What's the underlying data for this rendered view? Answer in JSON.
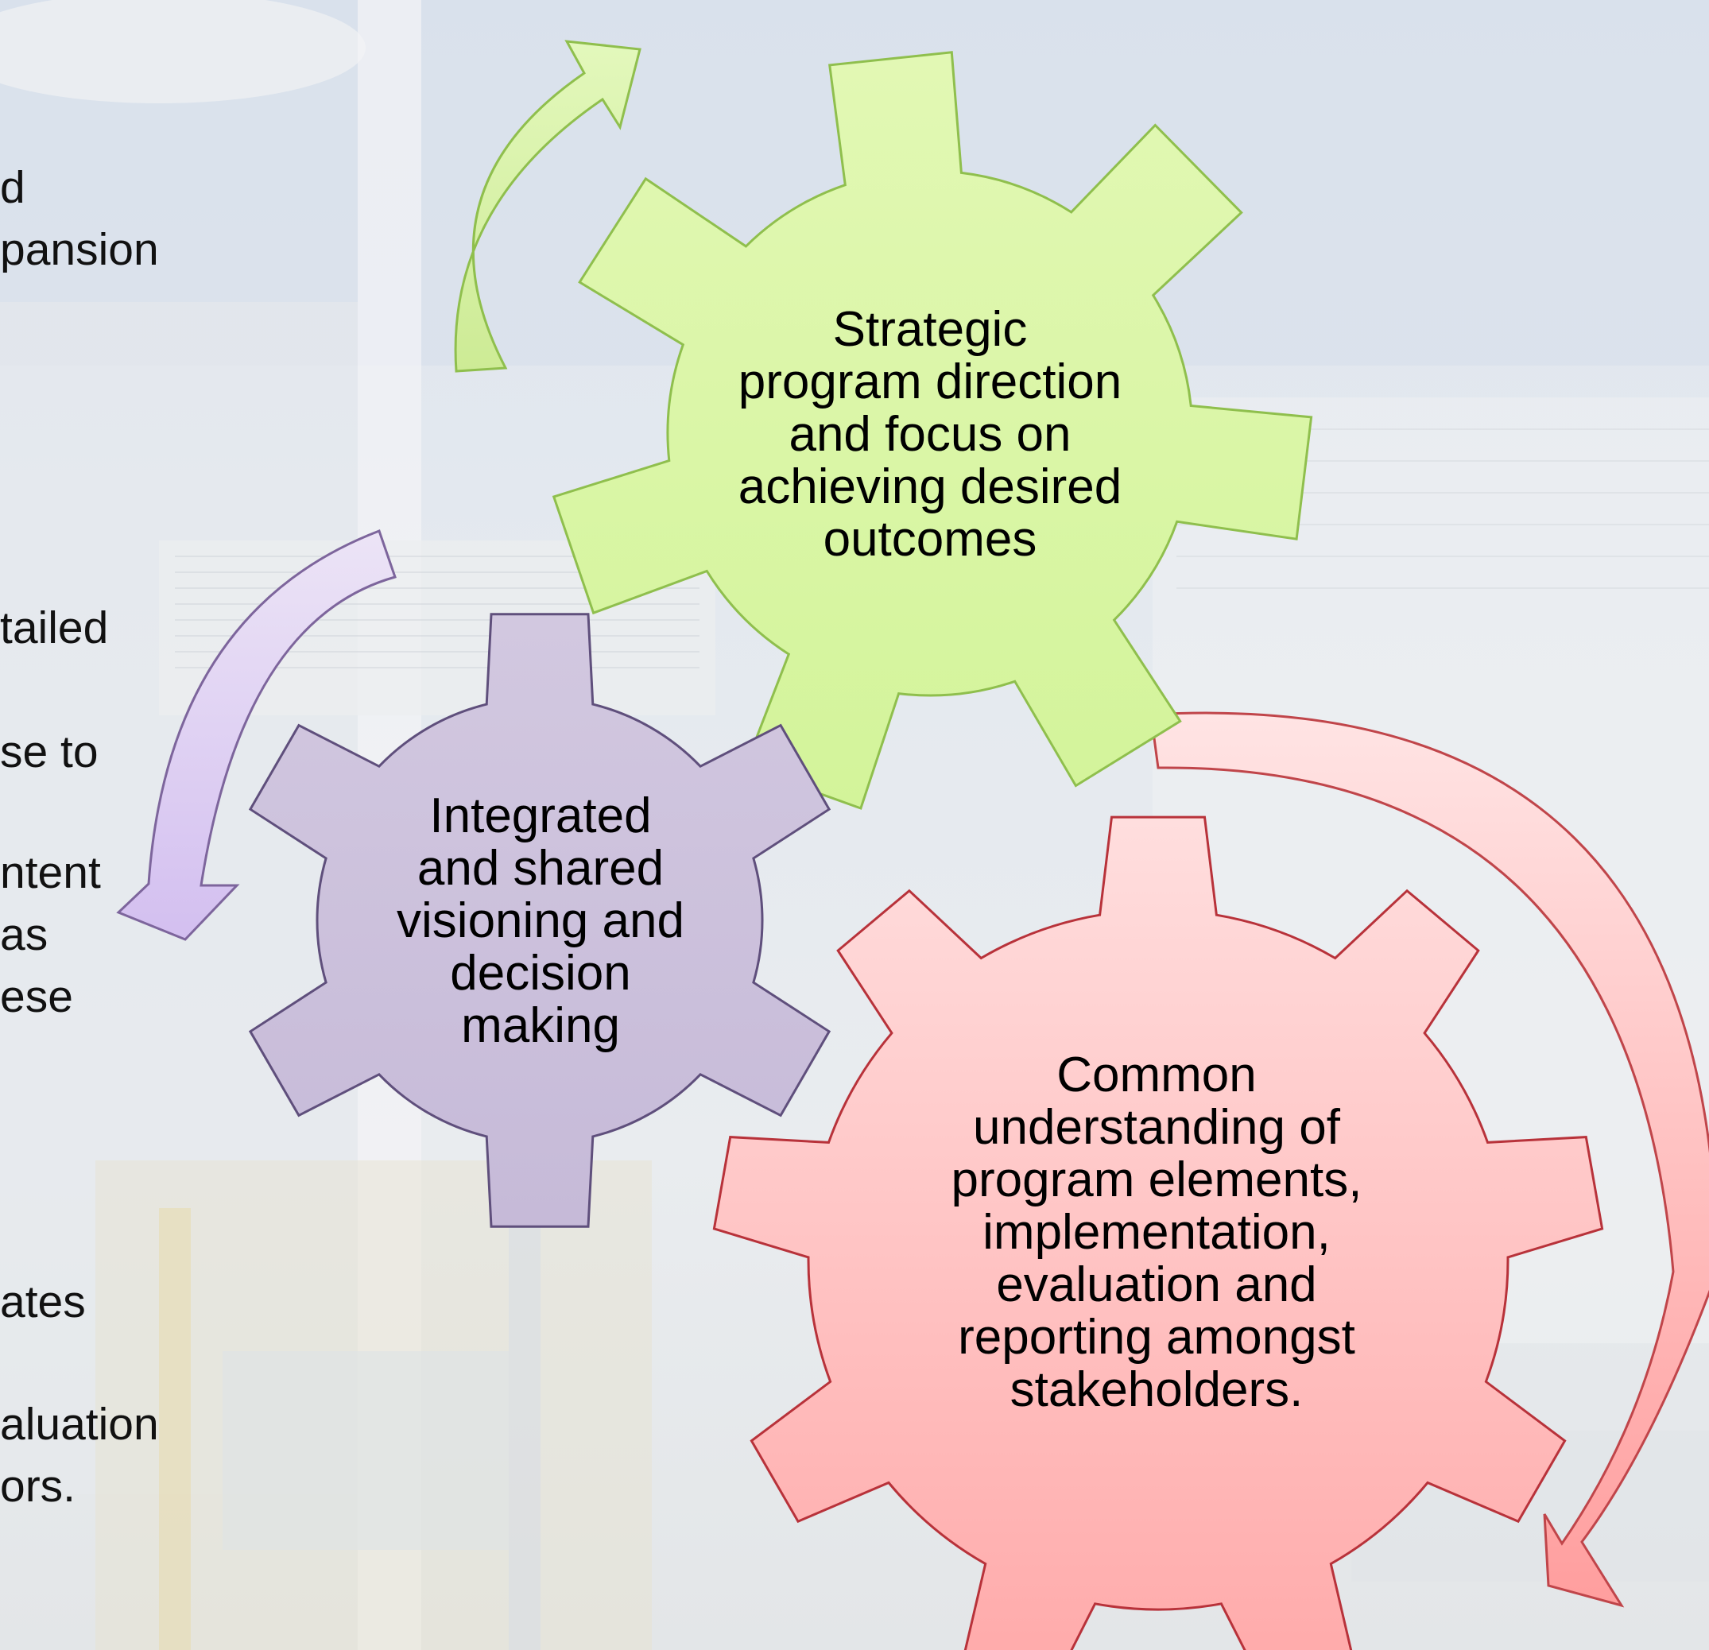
{
  "background_fragments": [
    {
      "id": "frag-1",
      "text": "d"
    },
    {
      "id": "frag-2",
      "text": "pansion"
    },
    {
      "id": "frag-3",
      "text": "tailed"
    },
    {
      "id": "frag-4",
      "text": "se to"
    },
    {
      "id": "frag-5",
      "text": "ntent"
    },
    {
      "id": "frag-6",
      "text": "as"
    },
    {
      "id": "frag-7",
      "text": "ese"
    },
    {
      "id": "frag-8",
      "text": "ates"
    },
    {
      "id": "frag-9",
      "text": "aluation"
    },
    {
      "id": "frag-10",
      "text": "ors."
    }
  ],
  "gears": {
    "green": {
      "color": "#d8f6a1",
      "lines": [
        "Strategic",
        "program direction",
        "and focus on",
        "achieving desired",
        "outcomes"
      ]
    },
    "purple": {
      "color": "#cbbfdb",
      "lines": [
        "Integrated",
        "and shared",
        "visioning and",
        "decision",
        "making"
      ]
    },
    "red": {
      "color": "#ffb8b8",
      "lines": [
        "Common",
        "understanding of",
        "program elements,",
        "implementation,",
        "evaluation and",
        "reporting amongst",
        "stakeholders."
      ]
    }
  },
  "arrows": {
    "green": {
      "color": "#cfee98"
    },
    "purple": {
      "color": "#dccdf0"
    },
    "red": {
      "color": "#ffc3c3"
    }
  }
}
